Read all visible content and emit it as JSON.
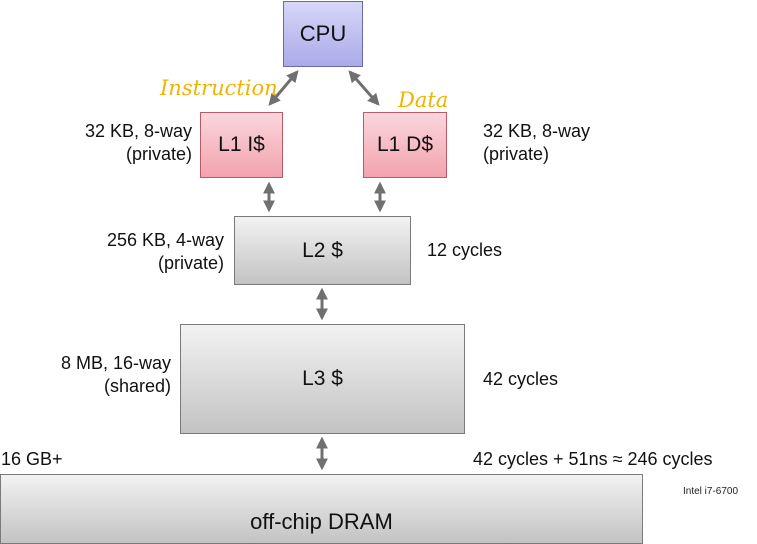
{
  "cpu_label": "CPU",
  "annotations": {
    "instruction": "Instruction",
    "data": "Data"
  },
  "l1i": {
    "label": "L1 I$",
    "spec_line1": "32 KB, 8-way",
    "spec_line2": "(private)"
  },
  "l1d": {
    "label": "L1 D$",
    "spec_line1": "32 KB, 8-way",
    "spec_line2": "(private)"
  },
  "l2": {
    "label": "L2 $",
    "spec_line1": "256 KB, 4-way",
    "spec_line2": "(private)",
    "latency": "12 cycles"
  },
  "l3": {
    "label": "L3 $",
    "spec_line1": "8 MB, 16-way",
    "spec_line2": "(shared)",
    "latency": "42 cycles"
  },
  "dram": {
    "label": "off-chip DRAM",
    "size": "16 GB+",
    "latency": "42 cycles + 51ns ≈ 246 cycles"
  },
  "footnote": "Intel i7-6700",
  "colors": {
    "cpu": "#c4c4f2",
    "l1": "#f5b8c1",
    "gray": "#d8d8d8",
    "arrow": "#707070",
    "handwriting": "#f0b400"
  }
}
